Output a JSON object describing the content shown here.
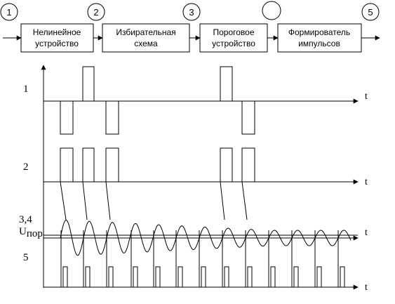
{
  "nodes": [
    "1",
    "2",
    "3",
    "",
    "5"
  ],
  "blocks": [
    {
      "name": "nonlinear-device",
      "lines": [
        "Нелинейное",
        "устройство"
      ]
    },
    {
      "name": "selective-circuit",
      "lines": [
        "Избирательная",
        "схема"
      ]
    },
    {
      "name": "threshold-device",
      "lines": [
        "Пороговое",
        "устройство"
      ]
    },
    {
      "name": "pulse-shaper",
      "lines": [
        "Формирователь",
        "импульсов"
      ]
    }
  ],
  "axes": {
    "row1_label": "1",
    "row2_label": "2",
    "row3_label": "3,4",
    "threshold_label": "U",
    "threshold_sub": "пор",
    "row5_label": "5",
    "t_label": "t"
  }
}
